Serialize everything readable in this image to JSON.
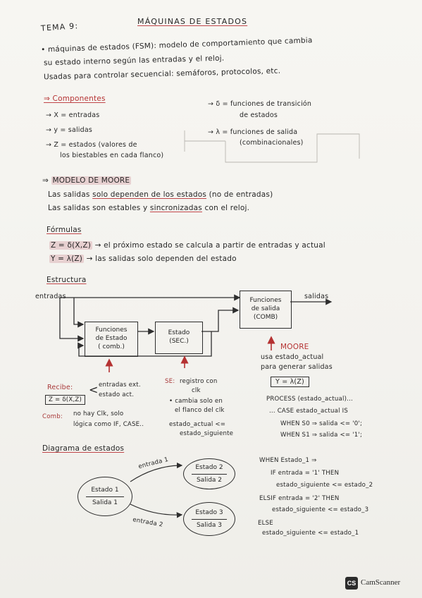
{
  "header": {
    "topic": "TEMA 9:",
    "title": "MÁQUINAS DE ESTADOS"
  },
  "intro": [
    "• máquinas de estados (FSM): modelo de comportamiento que cambia",
    "su estado interno según las entradas y el reloj.",
    "Usadas para controlar secuencial: semáforos, protocolos, etc."
  ],
  "componentes": {
    "heading": "Componentes",
    "left": [
      "→ X = entradas",
      "→ y = salidas",
      "→ Z = estados (valores de",
      "los biestables en cada flanco)"
    ],
    "right": [
      "→ δ = funciones de transición",
      "de estados",
      "→ λ = funciones de salida",
      "(combinacionales)"
    ]
  },
  "moore": {
    "heading": "MODELO DE MOORE",
    "line1_a": "Las salidas",
    "line1_b": "solo dependen de los estados",
    "line1_c": "(no de entradas)",
    "line2_a": "Las salidas son estables y",
    "line2_b": "sincronizadas",
    "line2_c": "con el reloj."
  },
  "formulas": {
    "heading": "Fórmulas",
    "f1": "Z = δ(X,Z)",
    "f1_text": "→ el próximo estado se calcula a partir de entradas y actual",
    "f2": "Y = λ(Z)",
    "f2_text": "→ las salidas solo dependen del estado"
  },
  "estructura": {
    "heading": "Estructura",
    "entradas": "entradas",
    "salidas": "salidas",
    "box_comb": [
      "Funciones",
      "de Estado",
      "( comb.)"
    ],
    "box_sec": [
      "Estado",
      "(SEC.)"
    ],
    "box_salida": [
      "Funciones",
      "de salida",
      "(COMB)"
    ],
    "moore_label": "MOORE",
    "moore_note": [
      "usa estado_actual",
      "para generar salidas"
    ],
    "moore_formula": "Y = λ(Z)",
    "recibe_label": "Recibe:",
    "recibe_items": [
      "entradas ext.",
      "estado act."
    ],
    "recibe_formula": "Z = δ(X,Z)",
    "comb_label": "Comb:",
    "comb_text": [
      "no hay Clk, solo",
      "lógica como IF, CASE.."
    ],
    "se_label": "SE:",
    "se_text": [
      "registro con",
      "clk",
      "• cambia solo en",
      "el flanco del clk",
      "estado_actual <=",
      "estado_siguiente"
    ],
    "process": [
      "PROCESS (estado_actual)...",
      "... CASE estado_actual IS",
      "WHEN S0 ⇒ salida <= '0';",
      "WHEN S1 ⇒ salida <= '1';"
    ]
  },
  "diagrama": {
    "heading": "Diagrama de estados",
    "e1": [
      "Estado 1",
      "Salida 1"
    ],
    "e2": [
      "Estado 2",
      "Salida 2"
    ],
    "e3": [
      "Estado 3",
      "Salida 3"
    ],
    "t1": "entrada 1",
    "t2": "entrada 2",
    "code": [
      "WHEN Estado_1 ⇒",
      "IF entrada = '1' THEN",
      "estado_siguiente <= estado_2",
      "ELSIF entrada = '2' THEN",
      "estado_siguiente <= estado_3",
      "ELSE",
      "estado_siguiente <= estado_1"
    ]
  },
  "footer": {
    "logo": "CS",
    "brand": "CamScanner"
  }
}
